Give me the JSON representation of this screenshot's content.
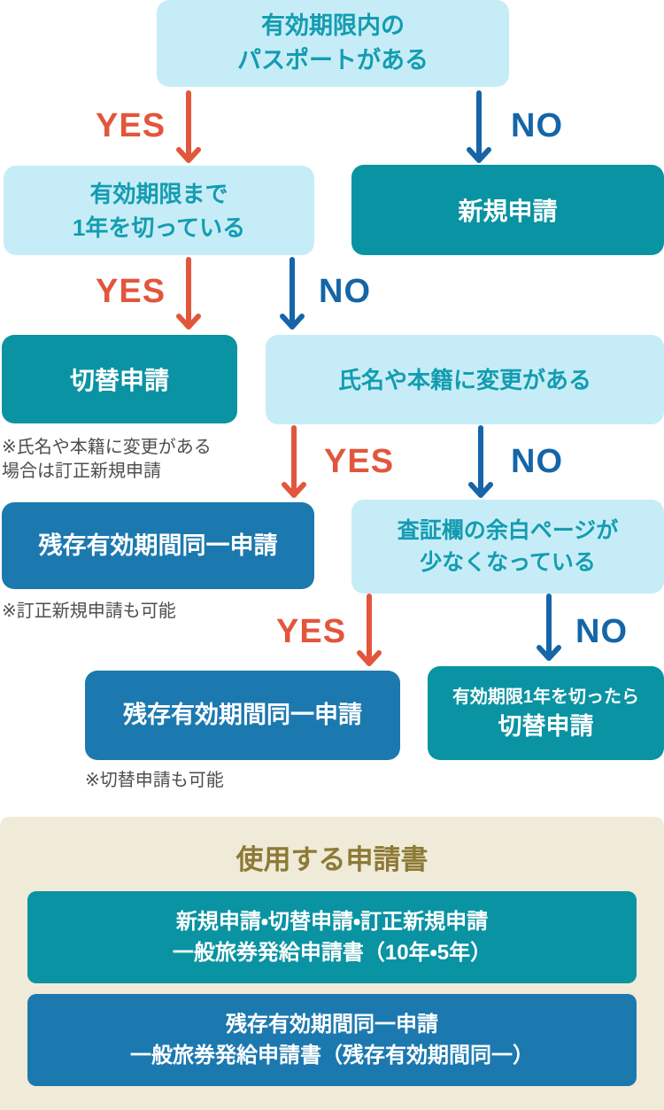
{
  "flowchart": {
    "labels": {
      "yes": "YES",
      "no": "NO"
    },
    "nodes": {
      "has_valid_passport": {
        "line1": "有効期限内の",
        "line2": "パスポートがある"
      },
      "new_application": {
        "label": "新規申請"
      },
      "less_than_one_year": {
        "line1": "有効期限まで",
        "line2": "1年を切っている"
      },
      "renewal_application": {
        "label": "切替申請"
      },
      "renewal_note": {
        "line1": "※氏名や本籍に変更がある",
        "line2": "場合は訂正新規申請"
      },
      "name_domicile_change": {
        "label": "氏名や本籍に変更がある"
      },
      "same_validity_1": {
        "label": "残存有効期間同一申請"
      },
      "same_validity_1_note": {
        "label": "※訂正新規申請も可能"
      },
      "visa_pages_low": {
        "line1": "査証欄の余白ページが",
        "line2": "少なくなっている"
      },
      "same_validity_2": {
        "label": "残存有効期間同一申請"
      },
      "same_validity_2_note": {
        "label": "※切替申請も可能"
      },
      "renewal_when_under_one_year": {
        "line1": "有効期限1年を切ったら",
        "line2": "切替申請"
      }
    }
  },
  "forms_section": {
    "title": "使用する申請書",
    "forms": [
      {
        "line1": "新規申請・切替申請・訂正新規申請",
        "line2": "一般旅券発給申請書（10年・5年）"
      },
      {
        "line1": "残存有効期間同一申請",
        "line2": "一般旅券発給申請書（残存有効期間同一）"
      }
    ]
  },
  "colors": {
    "question_box": "#c6edf7",
    "question_text": "#149cb1",
    "teal_box": "#0a93a2",
    "blue_box": "#1c79af",
    "yes_arrow": "#e2563c",
    "no_arrow": "#1565a8",
    "footer_background": "#f0ead9",
    "footer_title": "#8c7a35",
    "note_text": "#4e4e4e"
  }
}
